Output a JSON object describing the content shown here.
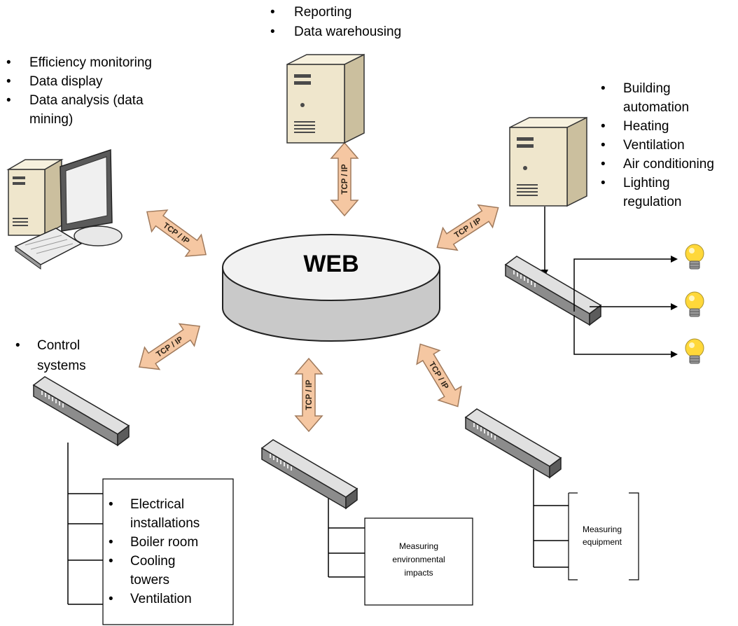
{
  "center": {
    "label": "WEB"
  },
  "connection_label": "TCP / IP",
  "nodes": {
    "reporting_server": {
      "items": [
        "Reporting",
        "Data warehousing"
      ]
    },
    "workstation": {
      "items": [
        "Efficiency monitoring",
        "Data display",
        "Data analysis (data",
        "mining)"
      ]
    },
    "automation_server": {
      "items": [
        "Building",
        "automation",
        "Heating",
        "Ventilation",
        "Air conditioning",
        "Lighting",
        "regulation"
      ]
    },
    "control_systems": {
      "items": [
        "Control",
        "systems"
      ],
      "box_items": [
        "Electrical",
        "installations",
        "Boiler room",
        "Cooling",
        "towers",
        "Ventilation"
      ]
    },
    "environmental": {
      "box_items": [
        "Measuring",
        "environmental",
        "impacts"
      ]
    },
    "measuring_equipment": {
      "box_items": [
        "Measuring",
        "equipment"
      ]
    }
  },
  "colors": {
    "arrow_fill": "#f5c7a2",
    "arrow_stroke": "#a07a5c",
    "web_top": "#f2f2f2",
    "web_side": "#c9c9c9",
    "server_body": "#efe6cc",
    "server_dark": "#4a4a4a",
    "bulb": "#ffd83a"
  }
}
